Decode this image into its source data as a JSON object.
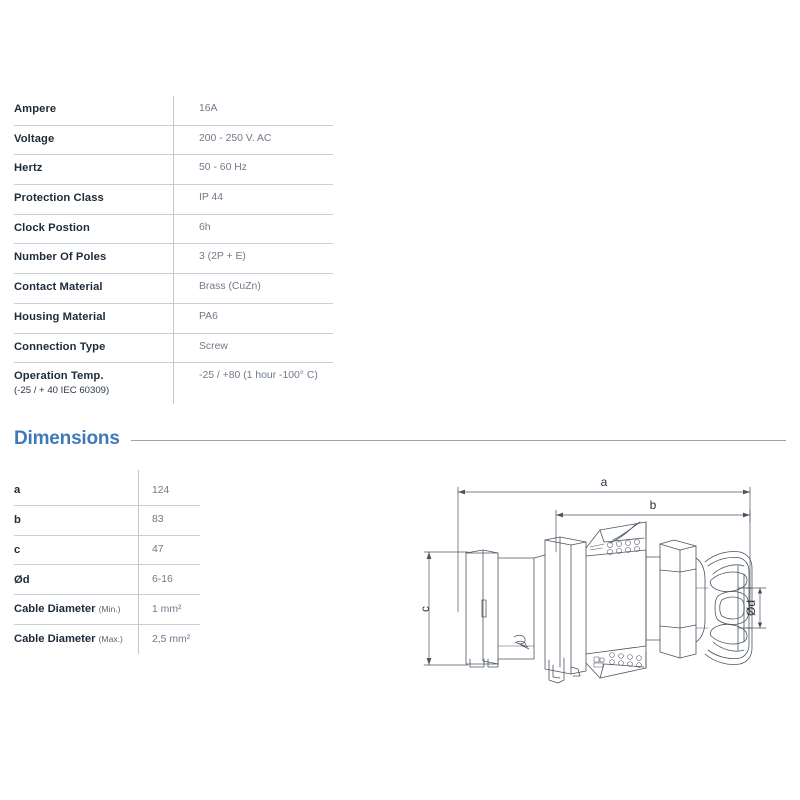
{
  "spec_table": {
    "rows": [
      {
        "label": "Ampere",
        "value": "16A"
      },
      {
        "label": "Voltage",
        "value": "200 - 250 V. AC"
      },
      {
        "label": "Hertz",
        "value": "50 - 60 Hz"
      },
      {
        "label": "Protection Class",
        "value": "IP 44"
      },
      {
        "label": "Clock Postion",
        "value": "6h"
      },
      {
        "label": "Number Of Poles",
        "value": "3 (2P + E)"
      },
      {
        "label": "Contact Material",
        "value": "Brass (CuZn)"
      },
      {
        "label": "Housing Material",
        "value": "PA6"
      },
      {
        "label": "Connection Type",
        "value": "Screw"
      },
      {
        "label": "Operation Temp.",
        "sub": "(-25 / + 40 IEC 60309)",
        "value": "-25 / +80 (1 hour -100° C)"
      }
    ]
  },
  "dimensions_section": {
    "heading": "Dimensions",
    "rows": [
      {
        "label": "a",
        "value": "124"
      },
      {
        "label": "b",
        "value": "83"
      },
      {
        "label": "c",
        "value": "47"
      },
      {
        "label": "Ød",
        "value": "6-16"
      },
      {
        "label": "Cable Diameter ",
        "qualifier": "(Min.)",
        "value": "1 mm²"
      },
      {
        "label": "Cable Diameter ",
        "qualifier": "(Max.)",
        "value": "2,5 mm²"
      }
    ]
  },
  "drawing": {
    "labels": {
      "a": "a",
      "b": "b",
      "c": "c",
      "d": "Ød"
    }
  },
  "colors": {
    "heading_blue": "#3f79b8",
    "label_dark": "#1e2b3a",
    "value_gray": "#70798a",
    "rule_gray": "#c9ced4",
    "drawing_line": "#4c5560"
  }
}
